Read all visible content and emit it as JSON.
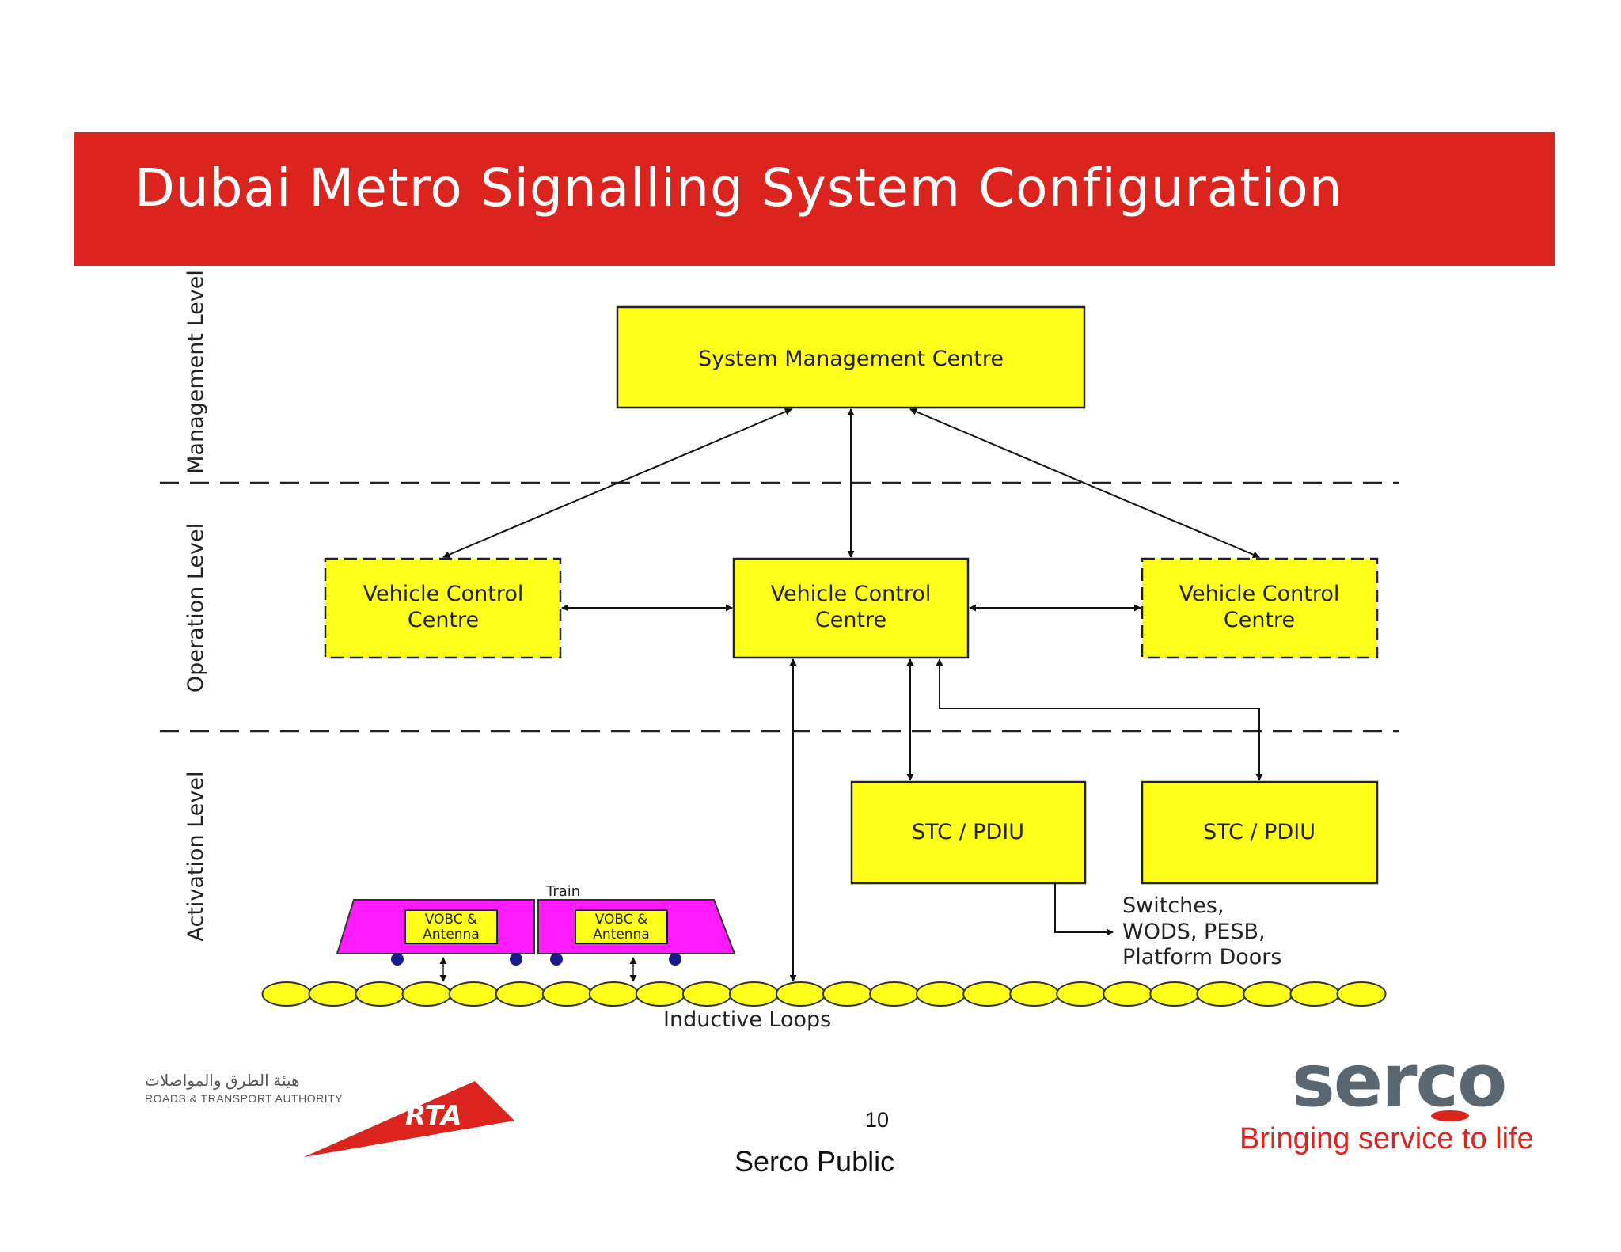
{
  "slide": {
    "title": "Dubai Metro Signalling System Configuration"
  },
  "levels": {
    "management": "Management Level",
    "operation": "Operation Level",
    "activation": "Activation Level"
  },
  "boxes": {
    "smc": "System Management Centre",
    "vcc_line1": "Vehicle Control",
    "vcc_line2": "Centre",
    "stc": "STC / PDIU"
  },
  "train": {
    "label": "Train",
    "vobc_line1": "VOBC &",
    "vobc_line2": "Antenna"
  },
  "field_devices": [
    "Switches,",
    "WODS, PESB,",
    "Platform Doors"
  ],
  "loops_label": "Inductive Loops",
  "footer": {
    "page_number": "10",
    "classification": "Serco Public",
    "rta_arabic": "هيئة الطرق والمواصلات",
    "rta_english": "ROADS & TRANSPORT AUTHORITY",
    "rta_mark": "RTA",
    "serco_word": "serco",
    "serco_tagline": "Bringing service to life"
  },
  "colors": {
    "title_red": "#dc241f",
    "box_yellow": "#ffff1a",
    "train_magenta": "#ff1aff",
    "serco_grey": "#5b6770"
  }
}
